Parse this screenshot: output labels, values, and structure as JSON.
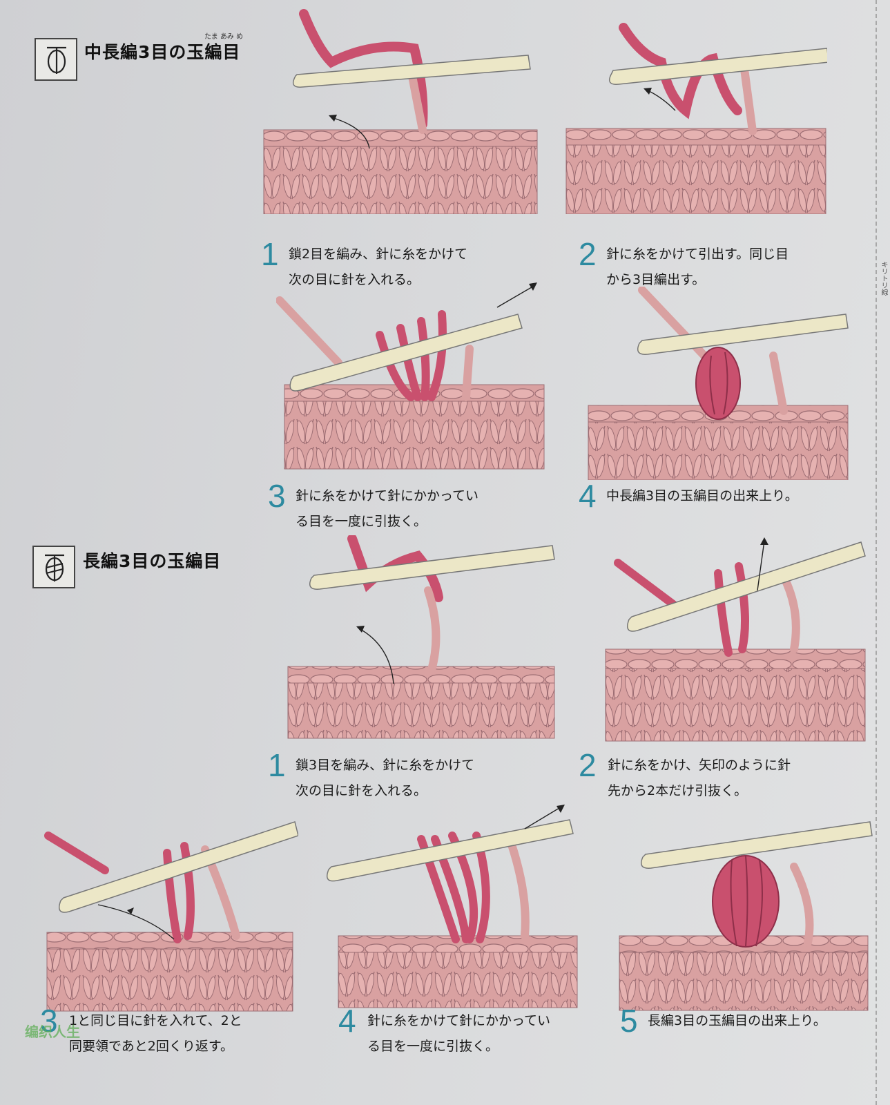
{
  "sections": [
    {
      "title": "中長編3目の玉編目",
      "ruby": "たま あみ め",
      "symbol_icon": "half-double-crochet-cluster-symbol-icon",
      "steps": [
        {
          "num": "1",
          "line1": "鎖2目を編み、針に糸をかけて",
          "line2": "次の目に針を入れる。"
        },
        {
          "num": "2",
          "line1": "針に糸をかけて引出す。同じ目",
          "line2": "から3目編出す。"
        },
        {
          "num": "3",
          "line1": "針に糸をかけて針にかかってい",
          "line2": "る目を一度に引抜く。"
        },
        {
          "num": "4",
          "line1": "中長編3目の玉編目の出来上り。",
          "line2": ""
        }
      ]
    },
    {
      "title": "長編3目の玉編目",
      "symbol_icon": "double-crochet-cluster-symbol-icon",
      "steps": [
        {
          "num": "1",
          "line1": "鎖3目を編み、針に糸をかけて",
          "line2": "次の目に針を入れる。"
        },
        {
          "num": "2",
          "line1": "針に糸をかけ、矢印のように針",
          "line2": "先から2本だけ引抜く。"
        },
        {
          "num": "3",
          "line1": "1と同じ目に針を入れて、2と",
          "line2": "同要領であと2回くり返す。"
        },
        {
          "num": "4",
          "line1": "針に糸をかけて針にかかってい",
          "line2": "る目を一度に引抜く。"
        },
        {
          "num": "5",
          "line1": "長編3目の玉編目の出来上り。",
          "line2": ""
        }
      ]
    }
  ],
  "side_mark": "キリトリ線",
  "watermark": "编织人生",
  "colors": {
    "yarn_light": "#d9a1a1",
    "yarn_dark": "#c9506e",
    "hook": "#ece7c7",
    "step_number": "#2d8aa0"
  }
}
